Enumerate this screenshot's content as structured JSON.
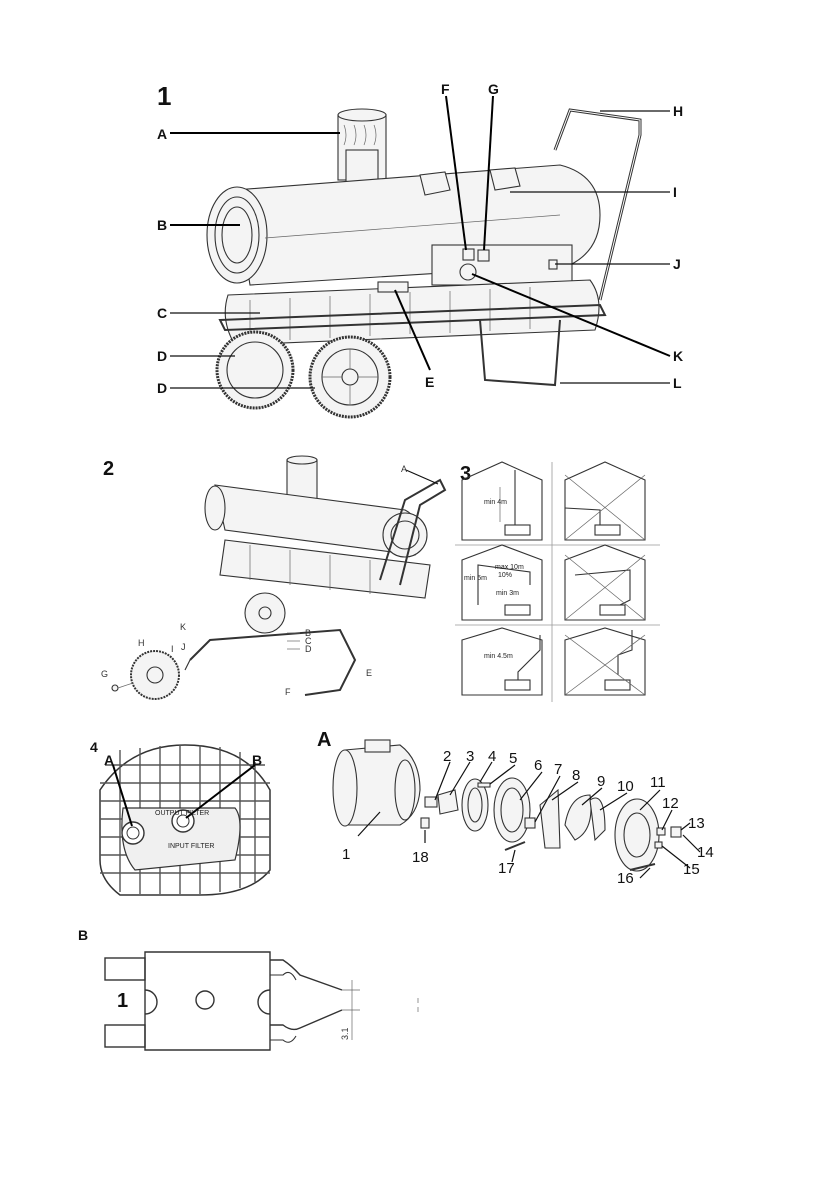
{
  "figure1": {
    "number": "1",
    "labels": [
      "A",
      "B",
      "C",
      "D",
      "D",
      "E",
      "F",
      "G",
      "H",
      "I",
      "J",
      "K",
      "L"
    ]
  },
  "figure2": {
    "number": "2",
    "labels": [
      "A",
      "B",
      "C",
      "D",
      "E",
      "F",
      "G",
      "H",
      "I",
      "J",
      "K"
    ]
  },
  "figure3": {
    "number": "3",
    "measures": [
      "min 4m",
      "max 10m",
      "10%",
      "min 5m",
      "min 3m",
      "min 4.5m"
    ]
  },
  "figure4": {
    "number": "4",
    "labels": [
      "A",
      "B"
    ],
    "plate_text": [
      "OUTPUT FILTER",
      "INPUT FILTER"
    ]
  },
  "figureA": {
    "letter": "A",
    "parts": [
      "1",
      "2",
      "3",
      "4",
      "5",
      "6",
      "7",
      "8",
      "9",
      "10",
      "11",
      "12",
      "13",
      "14",
      "15",
      "16",
      "17",
      "18"
    ]
  },
  "figureB": {
    "letter": "B",
    "number": "1",
    "dimension": "3.1"
  }
}
